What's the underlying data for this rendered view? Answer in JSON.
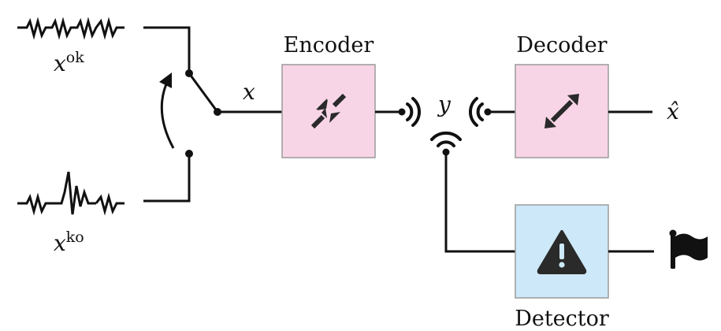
{
  "signals": {
    "normal_label": {
      "base": "x",
      "sup": "ok"
    },
    "anomalous_label": {
      "base": "x",
      "sup": "ko"
    },
    "anomaly_color": "#b50d0d",
    "wave_color": "#111111"
  },
  "switch": {
    "input_label": "x"
  },
  "encoder": {
    "label": "Encoder",
    "fill": "#f8d5e6",
    "icon": "compress-arrows-icon"
  },
  "channel": {
    "label": "y",
    "icon": "wireless-signal-icon"
  },
  "decoder": {
    "label": "Decoder",
    "fill": "#f8d5e6",
    "icon": "expand-arrows-icon"
  },
  "output": {
    "label": "x̂"
  },
  "detector": {
    "label": "Detector",
    "fill": "#cde8f8",
    "icon": "warning-triangle-icon"
  },
  "alarm": {
    "icon": "flag-icon"
  }
}
